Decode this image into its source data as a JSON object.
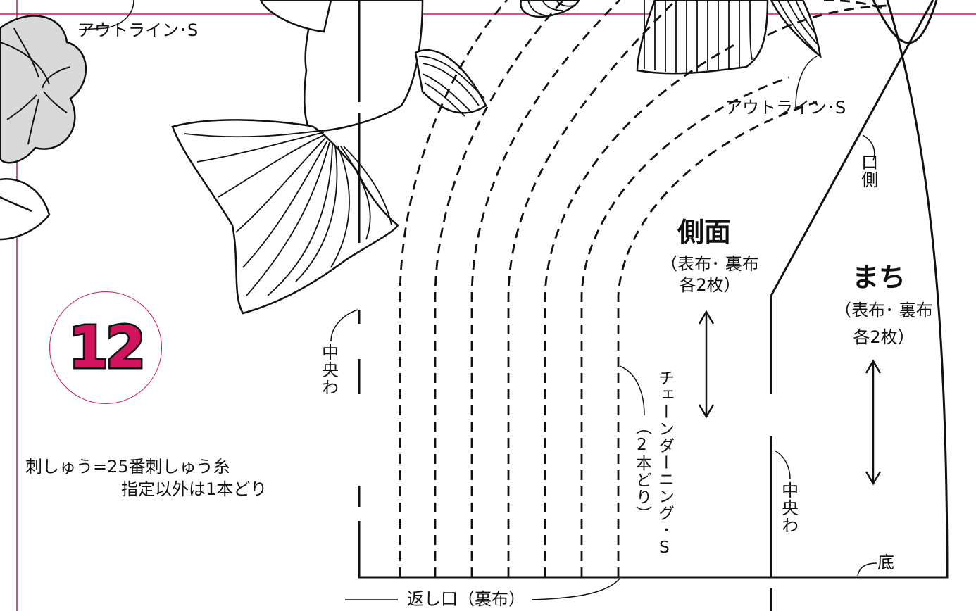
{
  "colors": {
    "accent": "#d2145f",
    "ink": "#111111",
    "petal_fill": "#d9d9d9"
  },
  "labels": {
    "outline_left": "アウトライン･S",
    "outline_right": "アウトライン･S",
    "kuchi_gawa": "口側",
    "side_title": "側面",
    "side_note_1": "（表布･ 裏布",
    "side_note_2": "各2枚）",
    "gusset_title": "まち",
    "gusset_note_1": "（表布･ 裏布",
    "gusset_note_2": "各2枚）",
    "center_fold_left": "中央わ",
    "center_fold_right": "中央わ",
    "chain_darning": "チェーンダーニング･S",
    "two_strands": "（2本どり）",
    "embroidery_line_1": "刺しゅう=25番刺しゅう糸",
    "embroidery_line_2": "指定以外は1本どり",
    "return_opening": "返し口（裏布）",
    "bottom": "底",
    "number": "12"
  }
}
